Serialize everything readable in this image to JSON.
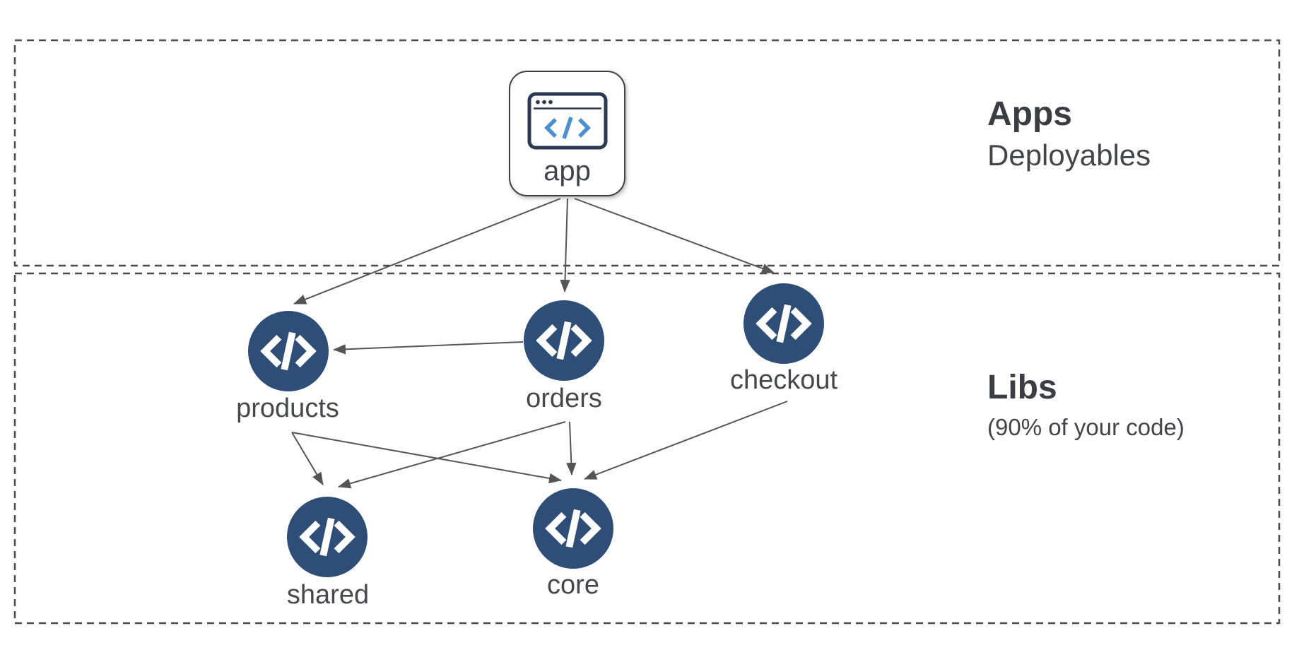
{
  "diagram": {
    "regions": {
      "apps": {
        "title": "Apps",
        "subtitle": "Deployables"
      },
      "libs": {
        "title": "Libs",
        "subtitle": "(90% of your code)"
      }
    },
    "nodes": {
      "app": {
        "label": "app",
        "type": "application",
        "icon": "browser-code-icon"
      },
      "products": {
        "label": "products",
        "type": "library",
        "icon": "code-icon"
      },
      "orders": {
        "label": "orders",
        "type": "library",
        "icon": "code-icon"
      },
      "checkout": {
        "label": "checkout",
        "type": "library",
        "icon": "code-icon"
      },
      "shared": {
        "label": "shared",
        "type": "library",
        "icon": "code-icon"
      },
      "core": {
        "label": "core",
        "type": "library",
        "icon": "code-icon"
      }
    },
    "edges": [
      {
        "from": "app",
        "to": "products"
      },
      {
        "from": "app",
        "to": "orders"
      },
      {
        "from": "app",
        "to": "checkout"
      },
      {
        "from": "orders",
        "to": "products"
      },
      {
        "from": "products",
        "to": "shared"
      },
      {
        "from": "products",
        "to": "core"
      },
      {
        "from": "orders",
        "to": "shared"
      },
      {
        "from": "orders",
        "to": "core"
      },
      {
        "from": "checkout",
        "to": "core"
      }
    ],
    "colors": {
      "lib_node_fill": "#2e4d77",
      "edge_stroke": "#555555",
      "region_border": "#4a4a4a",
      "heading_text": "#3c3d42",
      "label_text": "#47484d",
      "browser_icon_stroke": "#2b3a52",
      "browser_icon_code": "#4e8fd0",
      "background": "#ffffff"
    }
  }
}
